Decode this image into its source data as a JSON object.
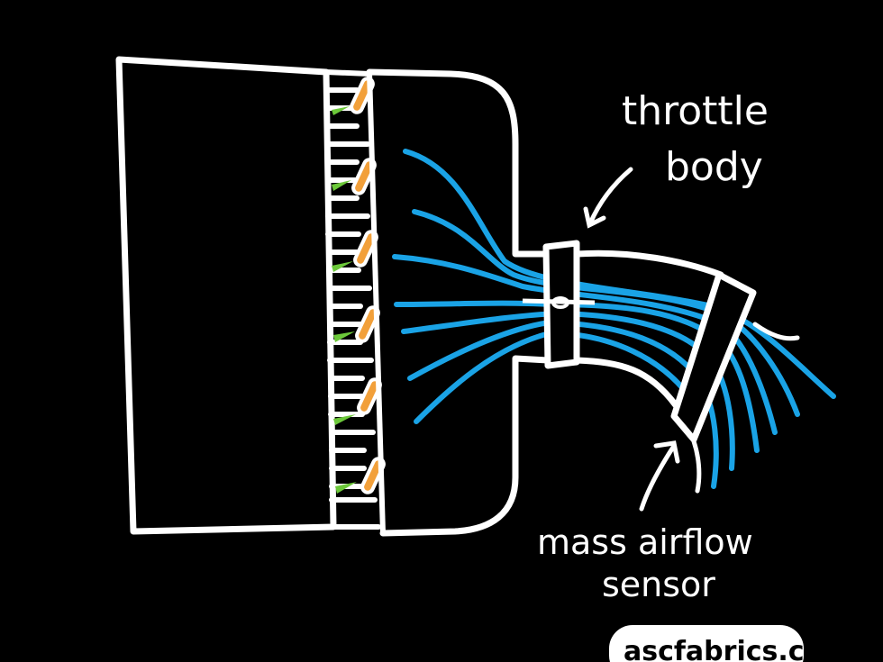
{
  "diagram": {
    "labels": {
      "throttle_line1": "throttle",
      "throttle_line2": "body",
      "maf_line1": "mass airflow",
      "maf_line2": "sensor"
    },
    "watermark": "ascfabrics.com",
    "colors": {
      "background": "#000000",
      "outline": "#ffffff",
      "airflow": "#1aa3e6",
      "injector": "#f2a03a",
      "fuel_spray": "#6cc83a"
    }
  }
}
